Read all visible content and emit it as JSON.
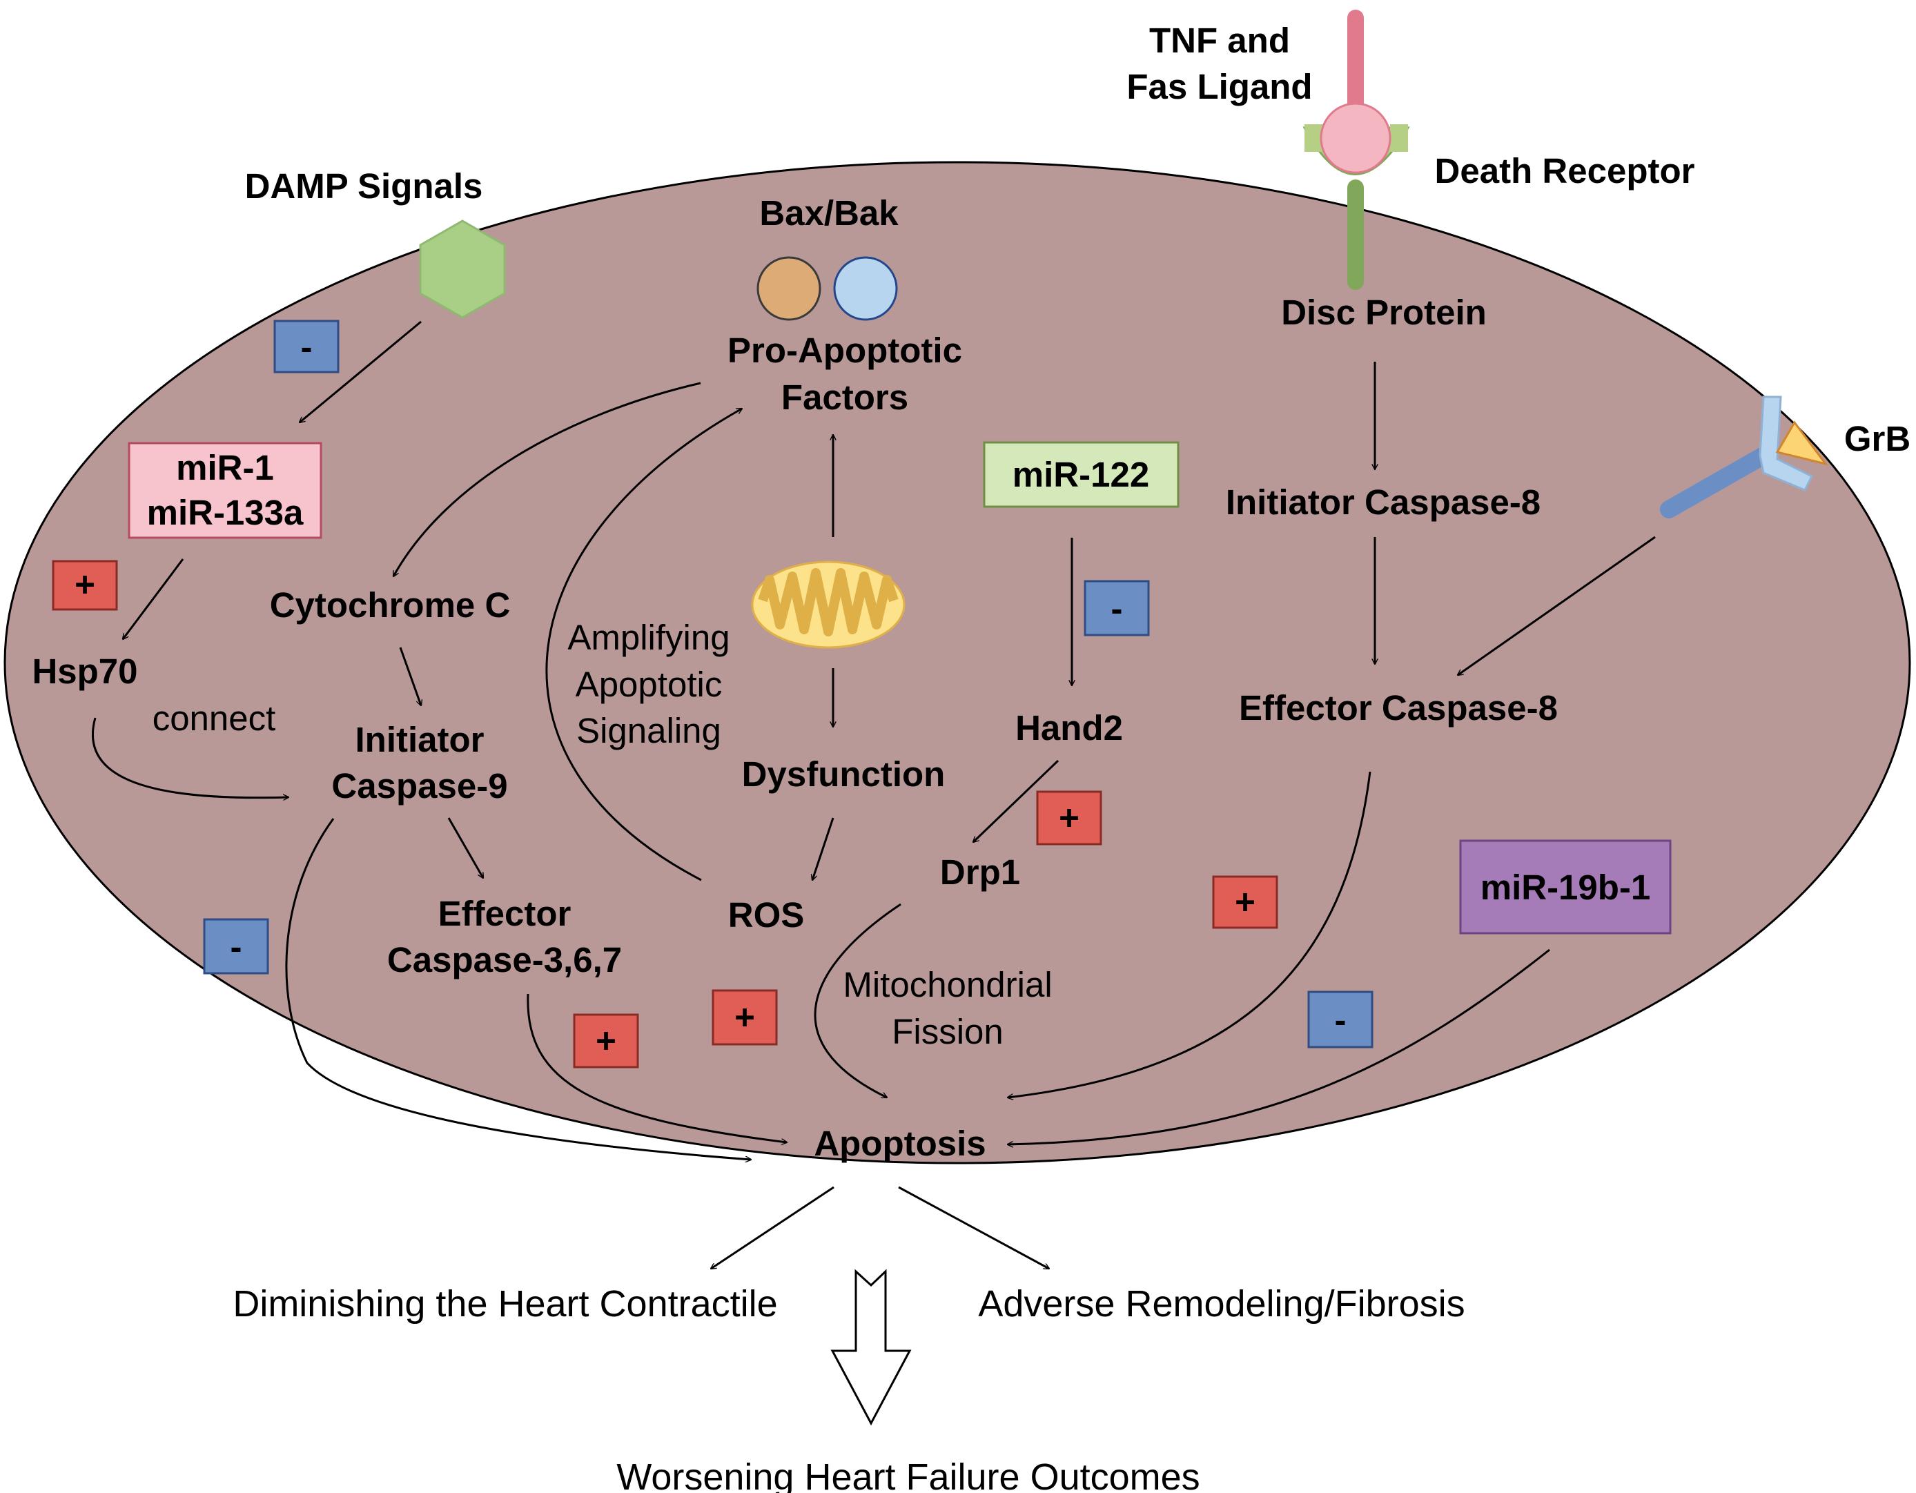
{
  "labels": {
    "tnf_ligand_l1": "TNF and",
    "tnf_ligand_l2": "Fas Ligand",
    "death_receptor": "Death Receptor",
    "damp_signals": "DAMP Signals",
    "bax_bak": "Bax/Bak",
    "pro_apoptotic_l1": "Pro-Apoptotic",
    "pro_apoptotic_l2": "Factors",
    "disc_protein": "Disc Protein",
    "grb": "GrB",
    "initiator_caspase_8": "Initiator Caspase-8",
    "effector_caspase_8": "Effector Caspase-8",
    "hsp70": "Hsp70",
    "connect": "connect",
    "cytochrome_c": "Cytochrome C",
    "initiator_caspase_9_l1": "Initiator",
    "initiator_caspase_9_l2": "Caspase-9",
    "effector_caspase_367_l1": "Effector",
    "effector_caspase_367_l2": "Caspase-3,6,7",
    "amplifying_l1": "Amplifying",
    "amplifying_l2": "Apoptotic",
    "amplifying_l3": "Signaling",
    "dysfunction": "Dysfunction",
    "ros": "ROS",
    "hand2": "Hand2",
    "drp1": "Drp1",
    "mito_fission_l1": "Mitochondrial",
    "mito_fission_l2": "Fission",
    "apoptosis": "Apoptosis",
    "diminishing": "Diminishing the Heart Contractile",
    "adverse": "Adverse Remodeling/Fibrosis",
    "worsening": "Worsening Heart Failure Outcomes"
  },
  "mirna": {
    "mir1_l1": "miR-1",
    "mir1_l2": "miR-133a",
    "mir122": "miR-122",
    "mir19b": "miR-19b-1"
  },
  "signs": {
    "minus": "-",
    "plus": "+"
  },
  "colors": {
    "cell_fill": "#b99998",
    "minus_box": "#6b8ec5",
    "plus_box": "#e05e55",
    "mir1_box": "#f7c3cc",
    "mir122_box": "#d5e8b9",
    "mir19b_box": "#a57cb8",
    "damp_hexagon": "#a9cf86",
    "bax_circle": "#ddab76",
    "bak_circle": "#b7d5ee",
    "mitochondrion": "#fce28b",
    "ligand": "#e07a8c",
    "receptor": "#b5cf85",
    "receptor_stem": "#81a75a",
    "grb_receptor": "#6b8ec5",
    "grb_triangle": "#fcd473"
  }
}
